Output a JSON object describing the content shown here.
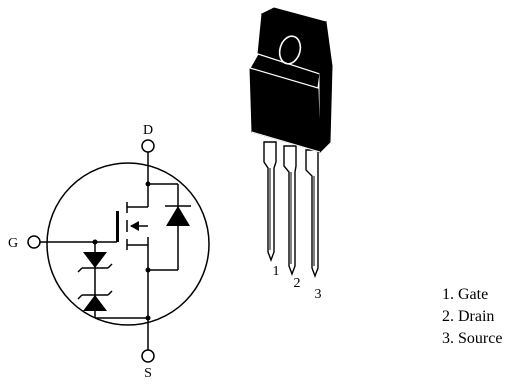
{
  "terminals": {
    "drain": "D",
    "gate": "G",
    "source": "S"
  },
  "package_pins": [
    "1",
    "2",
    "3"
  ],
  "legend": [
    "1. Gate",
    "2. Drain",
    "3. Source"
  ]
}
